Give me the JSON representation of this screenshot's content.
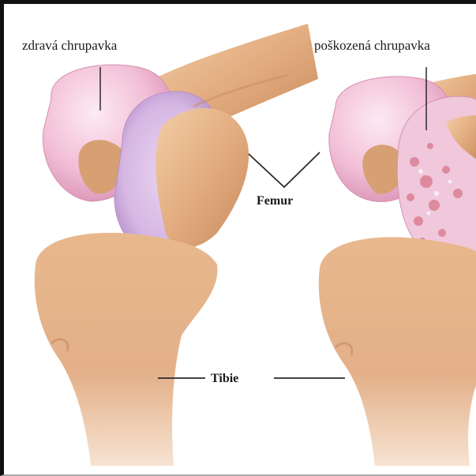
{
  "labels": {
    "healthy_cartilage": "zdravá chrupavka",
    "damaged_cartilage": "poškozená chrupavka",
    "femur": "Femur",
    "tibia": "Tibie"
  },
  "colors": {
    "background": "#ffffff",
    "bone": "#e9b98d",
    "bone_shadow": "#c98b5e",
    "cartilage": "#f2bfd6",
    "cartilage_highlight": "#fbe3ee",
    "damage_spots": "#d97c8e",
    "text": "#1a1a1a"
  }
}
